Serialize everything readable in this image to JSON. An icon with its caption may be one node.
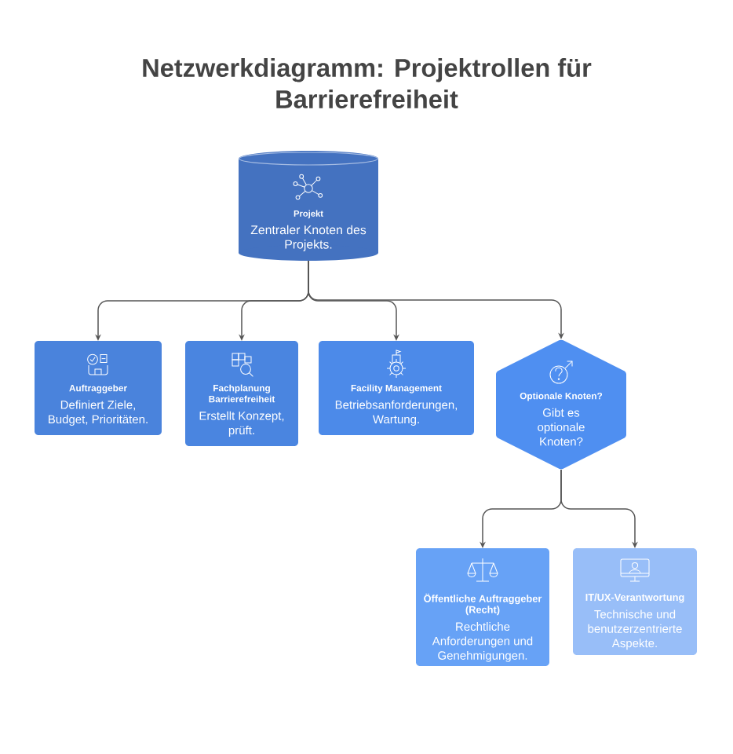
{
  "diagram": {
    "title": "Netzwerkdiagramm: Projektrollen für Barrierefreiheit",
    "nodes": [
      {
        "text": [
          "Projekt",
          "Zentraler Knoten des Projekts."
        ]
      },
      {
        "text": [
          "Auftraggeber",
          "Definiert Ziele, Budget, Prioritäten."
        ]
      },
      {
        "text": [
          "Fachplanung Barrierefreiheit",
          "Erstellt Konzept, prüft."
        ]
      },
      {
        "text": [
          "Facility Management",
          "Betriebsanforderungen, Wartung."
        ]
      },
      {
        "text": [
          "Optionale Knoten?",
          "Gibt es optionale Knoten?"
        ]
      },
      {
        "text": [
          "Öffentliche Auftraggeber (Recht)",
          "Rechtliche Anforderungen und Genehmigungen."
        ]
      },
      {
        "text": [
          "IT/UX-Verantwortung",
          "Technische und benutzerzentrierte Aspekte."
        ]
      }
    ],
    "edges": [
      {
        "from": 0,
        "to": 1,
        "arrow": "to"
      },
      {
        "from": 0,
        "to": 2,
        "arrow": "to"
      },
      {
        "from": 0,
        "to": 3,
        "arrow": "to"
      },
      {
        "from": 0,
        "to": 4,
        "arrow": "to"
      },
      {
        "from": 4,
        "to": 5,
        "arrow": "to"
      },
      {
        "from": 4,
        "to": 6,
        "arrow": "to"
      }
    ]
  }
}
